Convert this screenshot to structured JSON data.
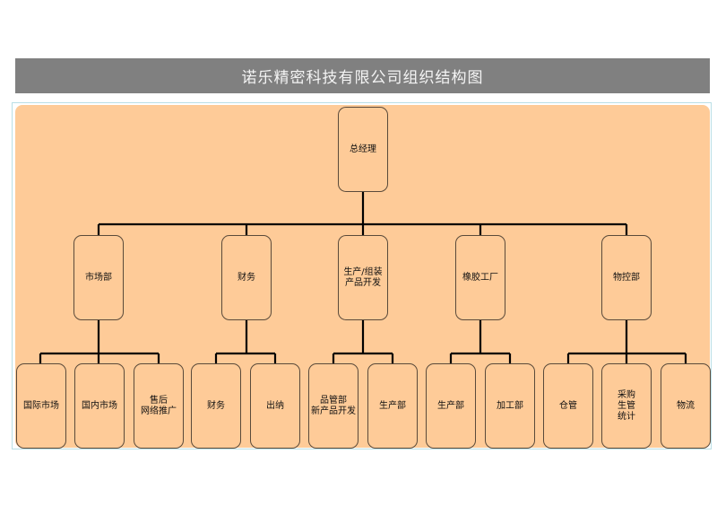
{
  "title": "诺乐精密科技有限公司组织结构图",
  "root": "总经理",
  "departments": [
    {
      "label": "市场部",
      "children": [
        "国际市场",
        "国内市场",
        "售后\n网络推广"
      ]
    },
    {
      "label": "财务",
      "children": [
        "财务",
        "出纳"
      ]
    },
    {
      "label": "生产/组装\n产品开发",
      "children": [
        "品管部\n新产品开发",
        "生产部"
      ]
    },
    {
      "label": "橡胶工厂",
      "children": [
        "生产部",
        "加工部"
      ]
    },
    {
      "label": "物控部",
      "children": [
        "仓管",
        "采购\n生管\n统计",
        "物流"
      ]
    }
  ],
  "colors": {
    "title_bg": "#808080",
    "canvas": "#fecb98",
    "border": "#5a4a3a"
  }
}
